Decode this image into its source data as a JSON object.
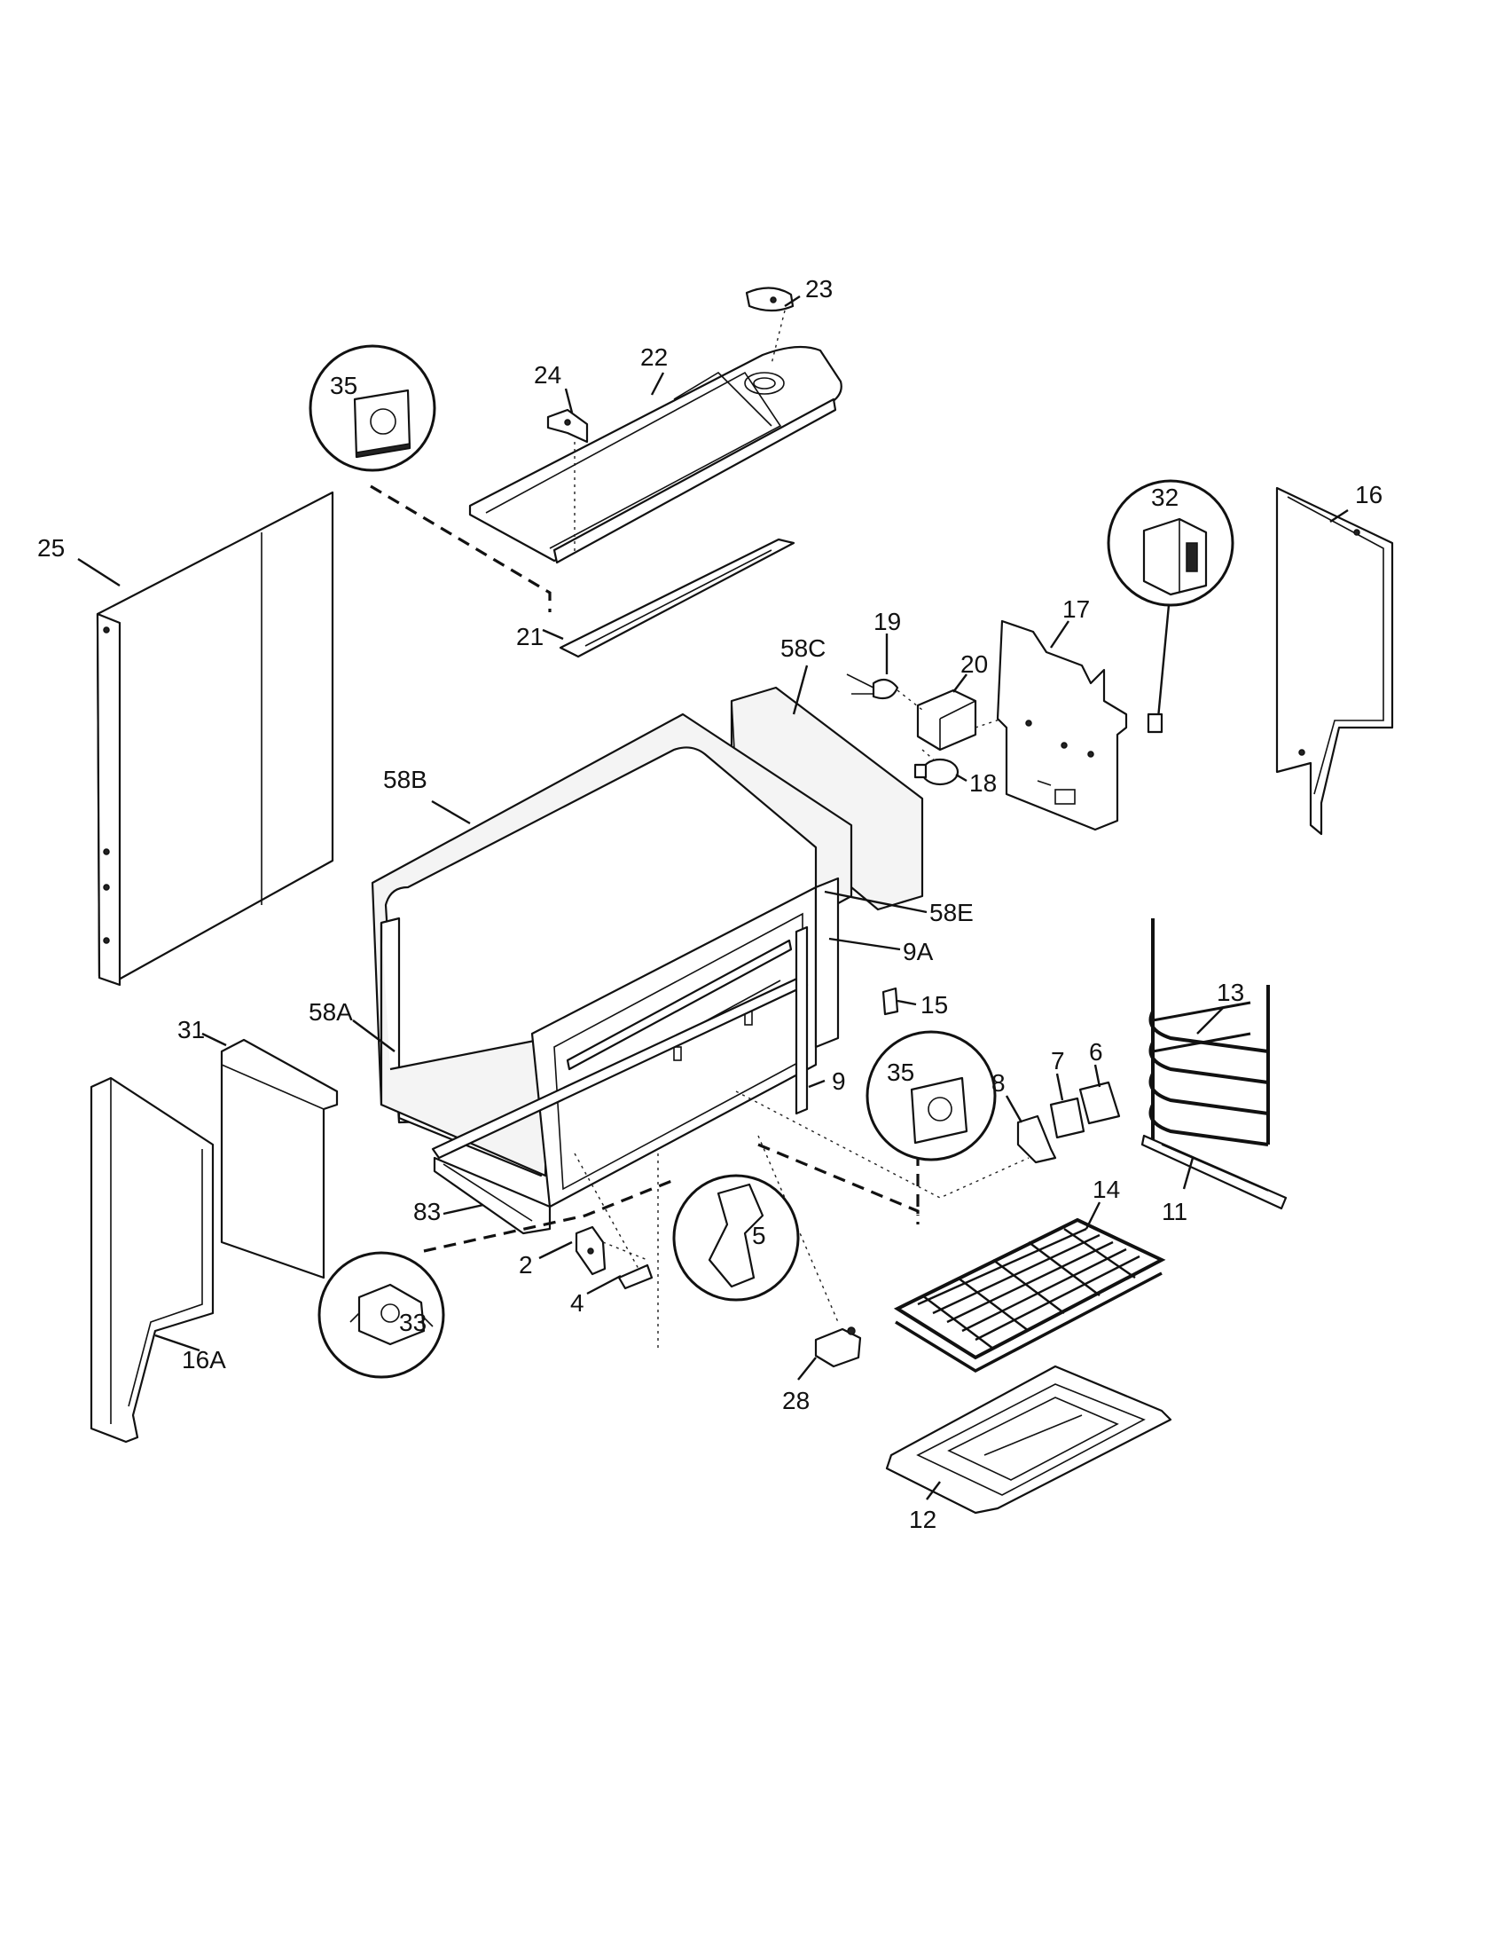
{
  "diagram": {
    "labels": {
      "p23": "23",
      "p24": "24",
      "p22": "22",
      "p35a": "35",
      "p25": "25",
      "p21": "21",
      "p19": "19",
      "p58C": "58C",
      "p20": "20",
      "p17": "17",
      "p32": "32",
      "p16": "16",
      "p18": "18",
      "p58B": "58B",
      "p58E": "58E",
      "p9A": "9A",
      "p15": "15",
      "p13": "13",
      "p58A": "58A",
      "p31": "31",
      "p6": "6",
      "p7": "7",
      "p8": "8",
      "p35b": "35",
      "p9": "9",
      "p14": "14",
      "p11": "11",
      "p83": "83",
      "p5": "5",
      "p2": "2",
      "p33": "33",
      "p4": "4",
      "p16A": "16A",
      "p28": "28",
      "p12": "12"
    }
  }
}
